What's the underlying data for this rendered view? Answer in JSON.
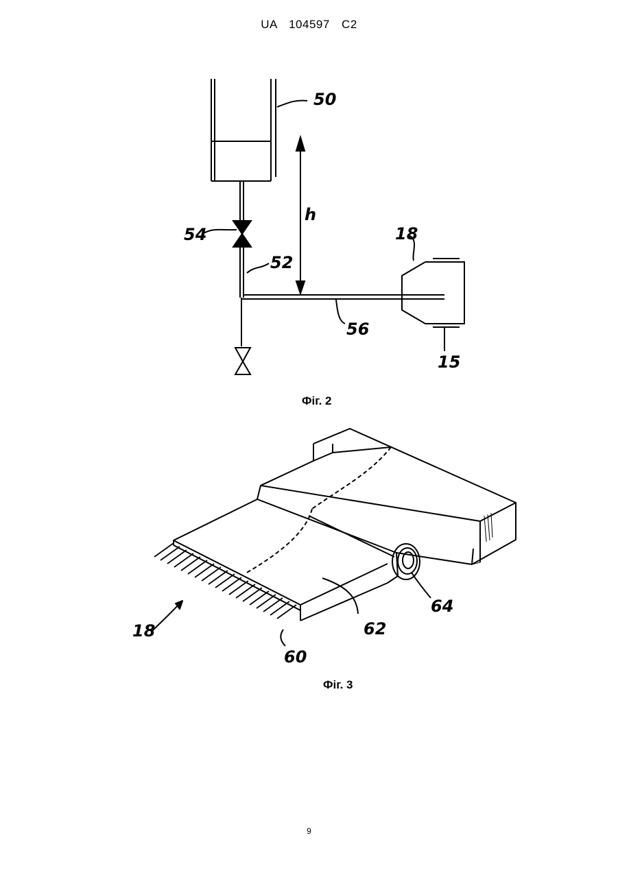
{
  "header": {
    "text": "UA   104597   C2"
  },
  "fig2": {
    "caption": "Фіг. 2",
    "labels": {
      "l50": "50",
      "l54": "54",
      "l52": "52",
      "lh": "h",
      "l18": "18",
      "l56": "56",
      "l15": "15"
    }
  },
  "fig3": {
    "caption": "Фіг. 3",
    "labels": {
      "l18": "18",
      "l60": "60",
      "l62": "62",
      "l64": "64"
    }
  },
  "page": {
    "number": "9"
  }
}
